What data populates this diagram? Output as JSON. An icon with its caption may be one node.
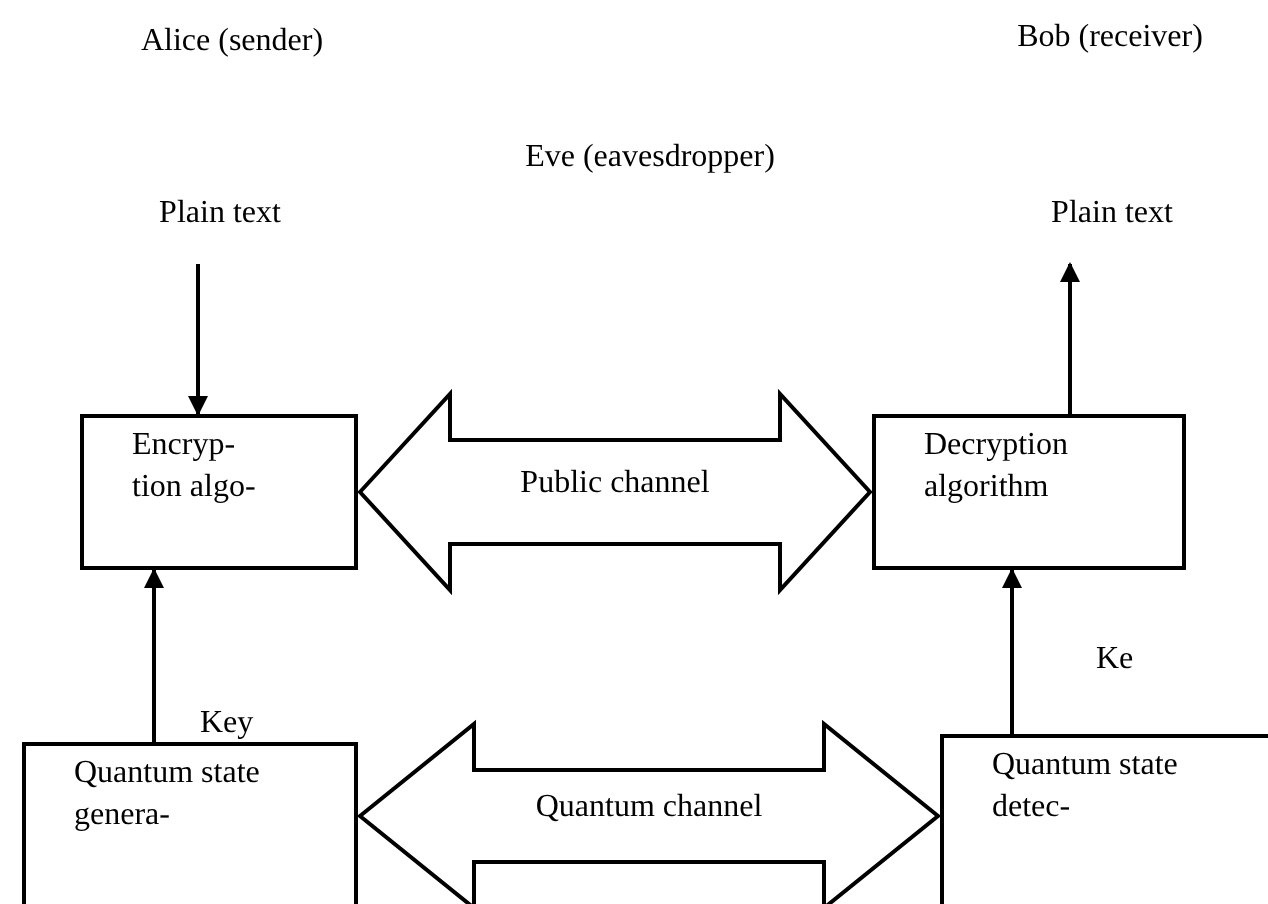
{
  "diagram": {
    "nodes": [
      {
        "text": [
          "Plain text"
        ]
      },
      {
        "text": [
          "Encryp- tion algo-"
        ]
      },
      {
        "text": [
          "Plain text"
        ]
      },
      {
        "text": [
          "Decryption algorithm"
        ]
      },
      {
        "text": [
          "Quantum state genera-"
        ]
      },
      {
        "text": [
          "Quantum state detec-"
        ]
      }
    ],
    "edges": [
      {
        "from": 0,
        "to": 1,
        "arrow": "to"
      },
      {
        "from": 3,
        "to": 2,
        "arrow": "to"
      },
      {
        "from": 4,
        "to": 1,
        "arrow": "to",
        "label": "Key"
      },
      {
        "from": 5,
        "to": 3,
        "arrow": "to",
        "label": "Ke"
      },
      {
        "from": 1,
        "to": 3,
        "arrow": "both",
        "label": "Public channel",
        "style": "thick"
      },
      {
        "from": 4,
        "to": 5,
        "arrow": "both",
        "label": "Quantum channel",
        "style": "thick"
      }
    ],
    "labels": [
      "Alice (sender)",
      "Bob (receiver)",
      "Eve (eavesdropper)"
    ]
  }
}
